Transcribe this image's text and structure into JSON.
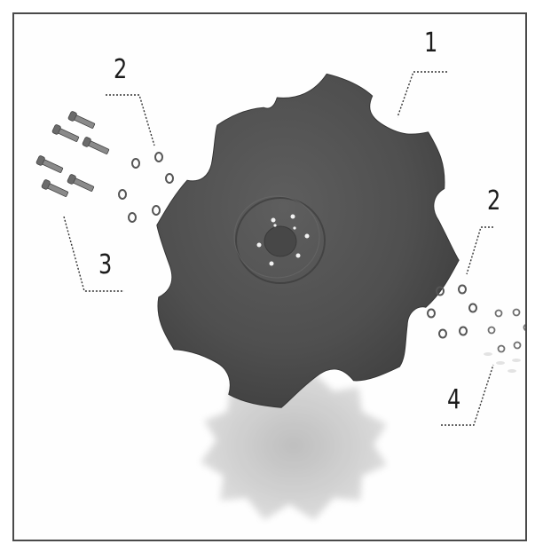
{
  "diagram": {
    "callouts": [
      {
        "id": "disc",
        "label": "1"
      },
      {
        "id": "washers-left",
        "label": "2"
      },
      {
        "id": "washers-right",
        "label": "2"
      },
      {
        "id": "bolts",
        "label": "3"
      },
      {
        "id": "nuts",
        "label": "4"
      }
    ],
    "colors": {
      "disc": "#505050",
      "disc_shadow": "#c6c6c6",
      "frame": "#4a4a4a",
      "leader": "#333333"
    }
  }
}
